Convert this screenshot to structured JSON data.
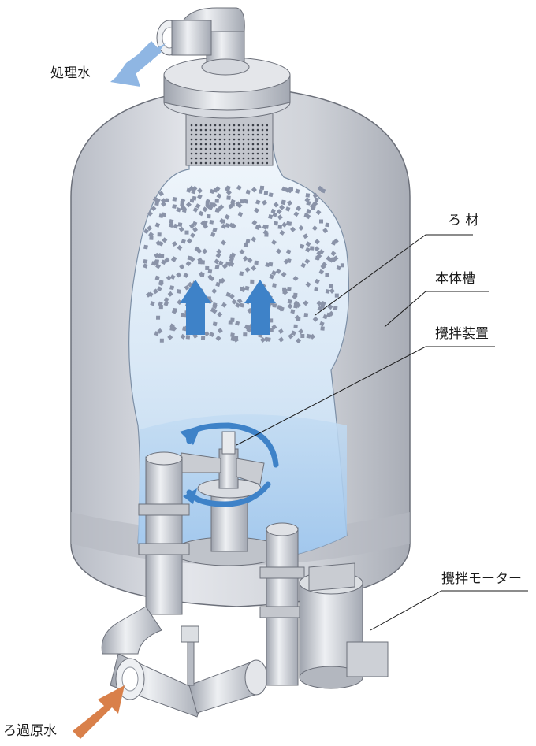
{
  "labels": {
    "treated_water": "処理水",
    "filter_media": "ろ 材",
    "tank_body": "本体槽",
    "agitator": "攪拌装置",
    "agitator_motor": "攪拌モーター",
    "raw_water": "ろ過原水"
  },
  "colors": {
    "background": "#ffffff",
    "tank_metal": "#d3d6dc",
    "tank_shadow": "#a9adb6",
    "tank_edge": "#6c707a",
    "water": "#c9dff3",
    "water_deep": "#a9cdef",
    "flow_arrow_blue": "#3e82c8",
    "outlet_arrow": "#8fb6e3",
    "inlet_arrow": "#d9804a",
    "media_particle": "#8a93a8"
  },
  "icons": {
    "outlet_arrow": "arrow-outlet-icon",
    "inlet_arrow": "arrow-inlet-icon",
    "upflow_arrow": "arrow-up-icon",
    "rotation_arrow": "rotation-arrow-icon"
  }
}
